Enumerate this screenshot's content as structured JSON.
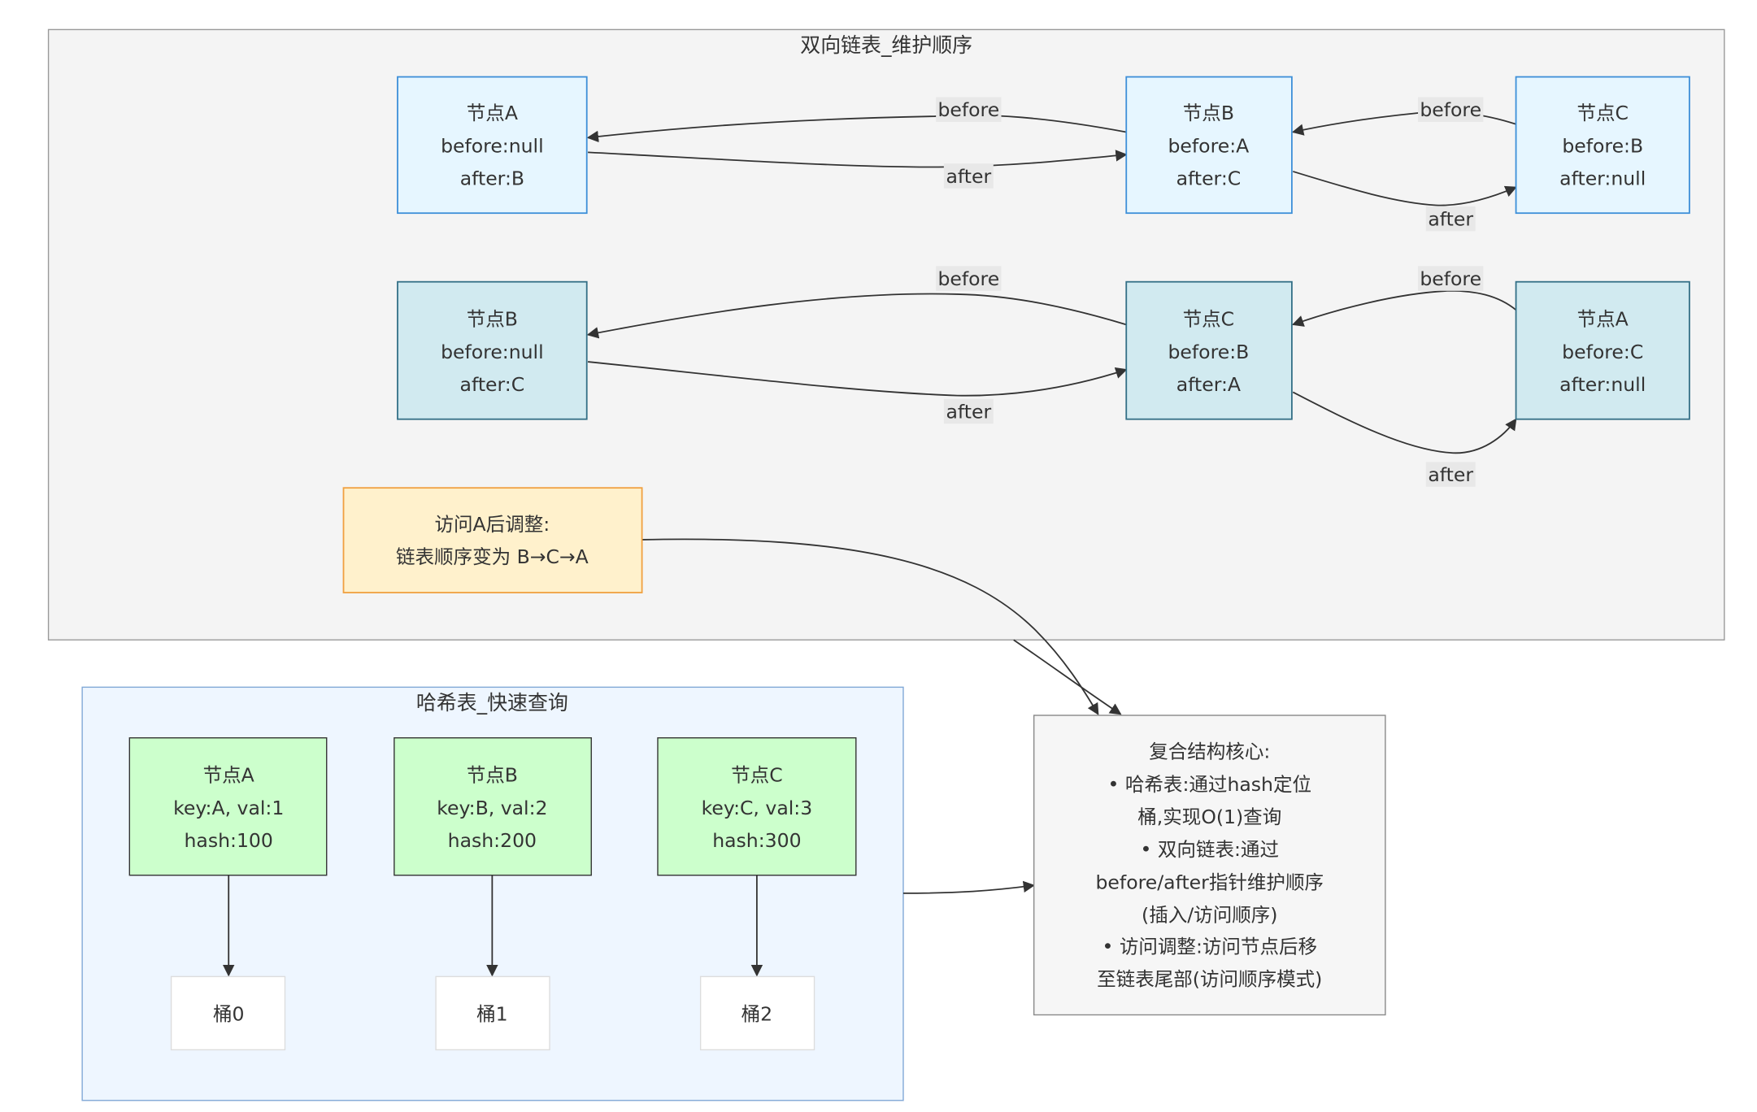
{
  "clusters": {
    "linked": {
      "title": "双向链表_维护顺序"
    },
    "hash": {
      "title": "哈希表_快速查询"
    }
  },
  "linked_before": [
    {
      "lines": [
        "节点A",
        "before:null",
        "after:B"
      ]
    },
    {
      "lines": [
        "节点B",
        "before:A",
        "after:C"
      ]
    },
    {
      "lines": [
        "节点C",
        "before:B",
        "after:null"
      ]
    }
  ],
  "linked_after": [
    {
      "lines": [
        "节点B",
        "before:null",
        "after:C"
      ]
    },
    {
      "lines": [
        "节点C",
        "before:B",
        "after:A"
      ]
    },
    {
      "lines": [
        "节点A",
        "before:C",
        "after:null"
      ]
    }
  ],
  "adjust_note": {
    "lines": [
      "访问A后调整:",
      "链表顺序变为 B→C→A"
    ]
  },
  "hash_nodes": [
    {
      "lines": [
        "节点A",
        "key:A, val:1",
        "hash:100"
      ]
    },
    {
      "lines": [
        "节点B",
        "key:B, val:2",
        "hash:200"
      ]
    },
    {
      "lines": [
        "节点C",
        "key:C, val:3",
        "hash:300"
      ]
    }
  ],
  "buckets": [
    "桶0",
    "桶1",
    "桶2"
  ],
  "core_note": {
    "lines": [
      "复合结构核心:",
      "• 哈希表:通过hash定位",
      "桶,实现O(1)查询",
      "• 双向链表:通过",
      "before/after指针维护顺序",
      "(插入/访问顺序)",
      "• 访问调整:访问节点后移",
      "至链表尾部(访问顺序模式)"
    ]
  },
  "edge_labels": {
    "before": "before",
    "after": "after"
  },
  "colors": {
    "cluster_gray_fill": "#f4f4f4",
    "cluster_gray_stroke": "#999999",
    "cluster_blue_fill": "#eef6ff",
    "cluster_blue_stroke": "#7fa7d6",
    "light_blue_fill": "#e6f6ff",
    "light_blue_stroke": "#3d8fd8",
    "teal_fill": "#d1eaf0",
    "teal_stroke": "#336f86",
    "orange_fill": "#fff1cc",
    "orange_stroke": "#f0a040",
    "green_fill": "#ccffcc",
    "green_stroke": "#333333",
    "white_fill": "#ffffff",
    "white_stroke": "#dddddd",
    "core_fill": "#f6f6f6",
    "core_stroke": "#888888",
    "edge": "#333333",
    "label_bg": "#e8e8e8"
  }
}
